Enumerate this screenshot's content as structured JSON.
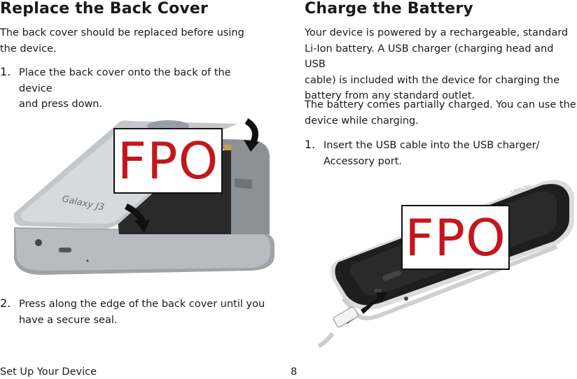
{
  "left": {
    "title": "Replace the Back Cover",
    "intro_line1": "The back cover should be replaced before using",
    "intro_line2": "the device.",
    "steps": [
      {
        "num": "1.",
        "line1": "Place the back cover onto the back of the device",
        "line2": "and press down."
      },
      {
        "num": "2.",
        "line1": "Press along the edge of the back cover until you",
        "line2": "have a secure seal."
      }
    ],
    "figure": {
      "fpo": "FPO",
      "device_label": "Galaxy J3"
    }
  },
  "right": {
    "title": "Charge the Battery",
    "para1_lines": [
      "Your device is powered by a rechargeable, standard",
      "Li-Ion battery. A USB charger (charging head and USB",
      "cable) is included with the device for charging the",
      "battery from any standard outlet."
    ],
    "para2_lines": [
      "The battery comes partially charged. You can use the",
      "device while charging."
    ],
    "steps": [
      {
        "num": "1.",
        "line1": "Insert the USB cable into the USB charger/",
        "line2": "Accessory port."
      }
    ],
    "figure": {
      "fpo": "FPO",
      "brand": "SAMSUNG"
    }
  },
  "footer": {
    "section": "Set Up Your Device",
    "page": "8"
  }
}
